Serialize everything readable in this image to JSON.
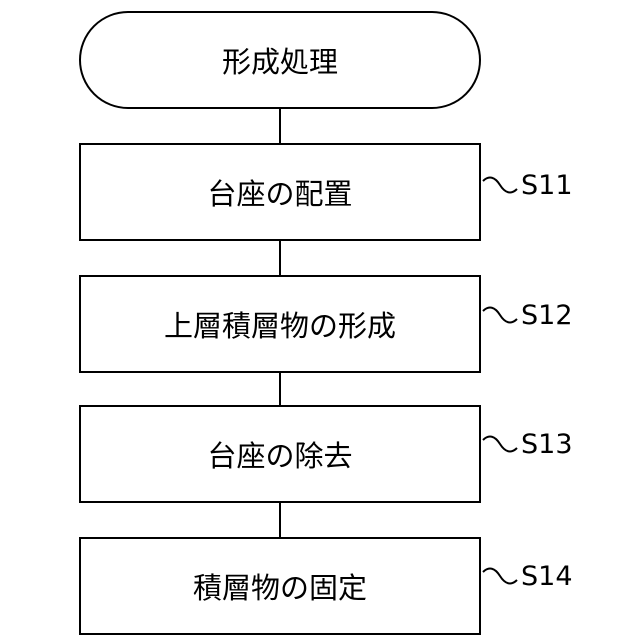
{
  "flowchart": {
    "start": {
      "label": "形成処理"
    },
    "steps": [
      {
        "label": "台座の配置",
        "tag": "S11"
      },
      {
        "label": "上層積層物の形成",
        "tag": "S12"
      },
      {
        "label": "台座の除去",
        "tag": "S13"
      },
      {
        "label": "積層物の固定",
        "tag": "S14"
      }
    ]
  }
}
